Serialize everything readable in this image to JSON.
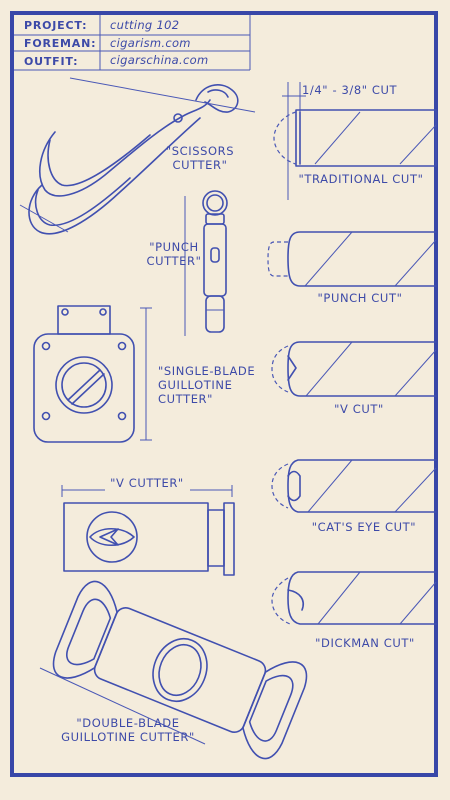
{
  "title_block": {
    "project_key": "PROJECT:",
    "project_value": "cutting 102",
    "foreman_key": "FOREMAN:",
    "foreman_value": "cigarism.com",
    "outfit_key": "OUTFIT:",
    "outfit_value": "cigarschina.com"
  },
  "tools": {
    "scissors": "\"SCISSORS\nCUTTER\"",
    "punch": "\"PUNCH\nCUTTER\"",
    "single_blade": "\"SINGLE-BLADE\nGUILLOTINE\nCUTTER\"",
    "v_cutter": "\"V CUTTER\"",
    "double_blade": "\"DOUBLE-BLADE\nGUILLOTINE CUTTER\""
  },
  "cuts": {
    "dimension": "1/4\" - 3/8\" CUT",
    "traditional": "\"TRADITIONAL CUT\"",
    "punch": "\"PUNCH CUT\"",
    "v": "\"V CUT\"",
    "cats_eye": "\"CAT'S EYE CUT\"",
    "dickman": "\"DICKMAN CUT\""
  },
  "colors": {
    "paper": "#f4ecdc",
    "ink": "#3d4aa8",
    "border": "#3847a8"
  }
}
